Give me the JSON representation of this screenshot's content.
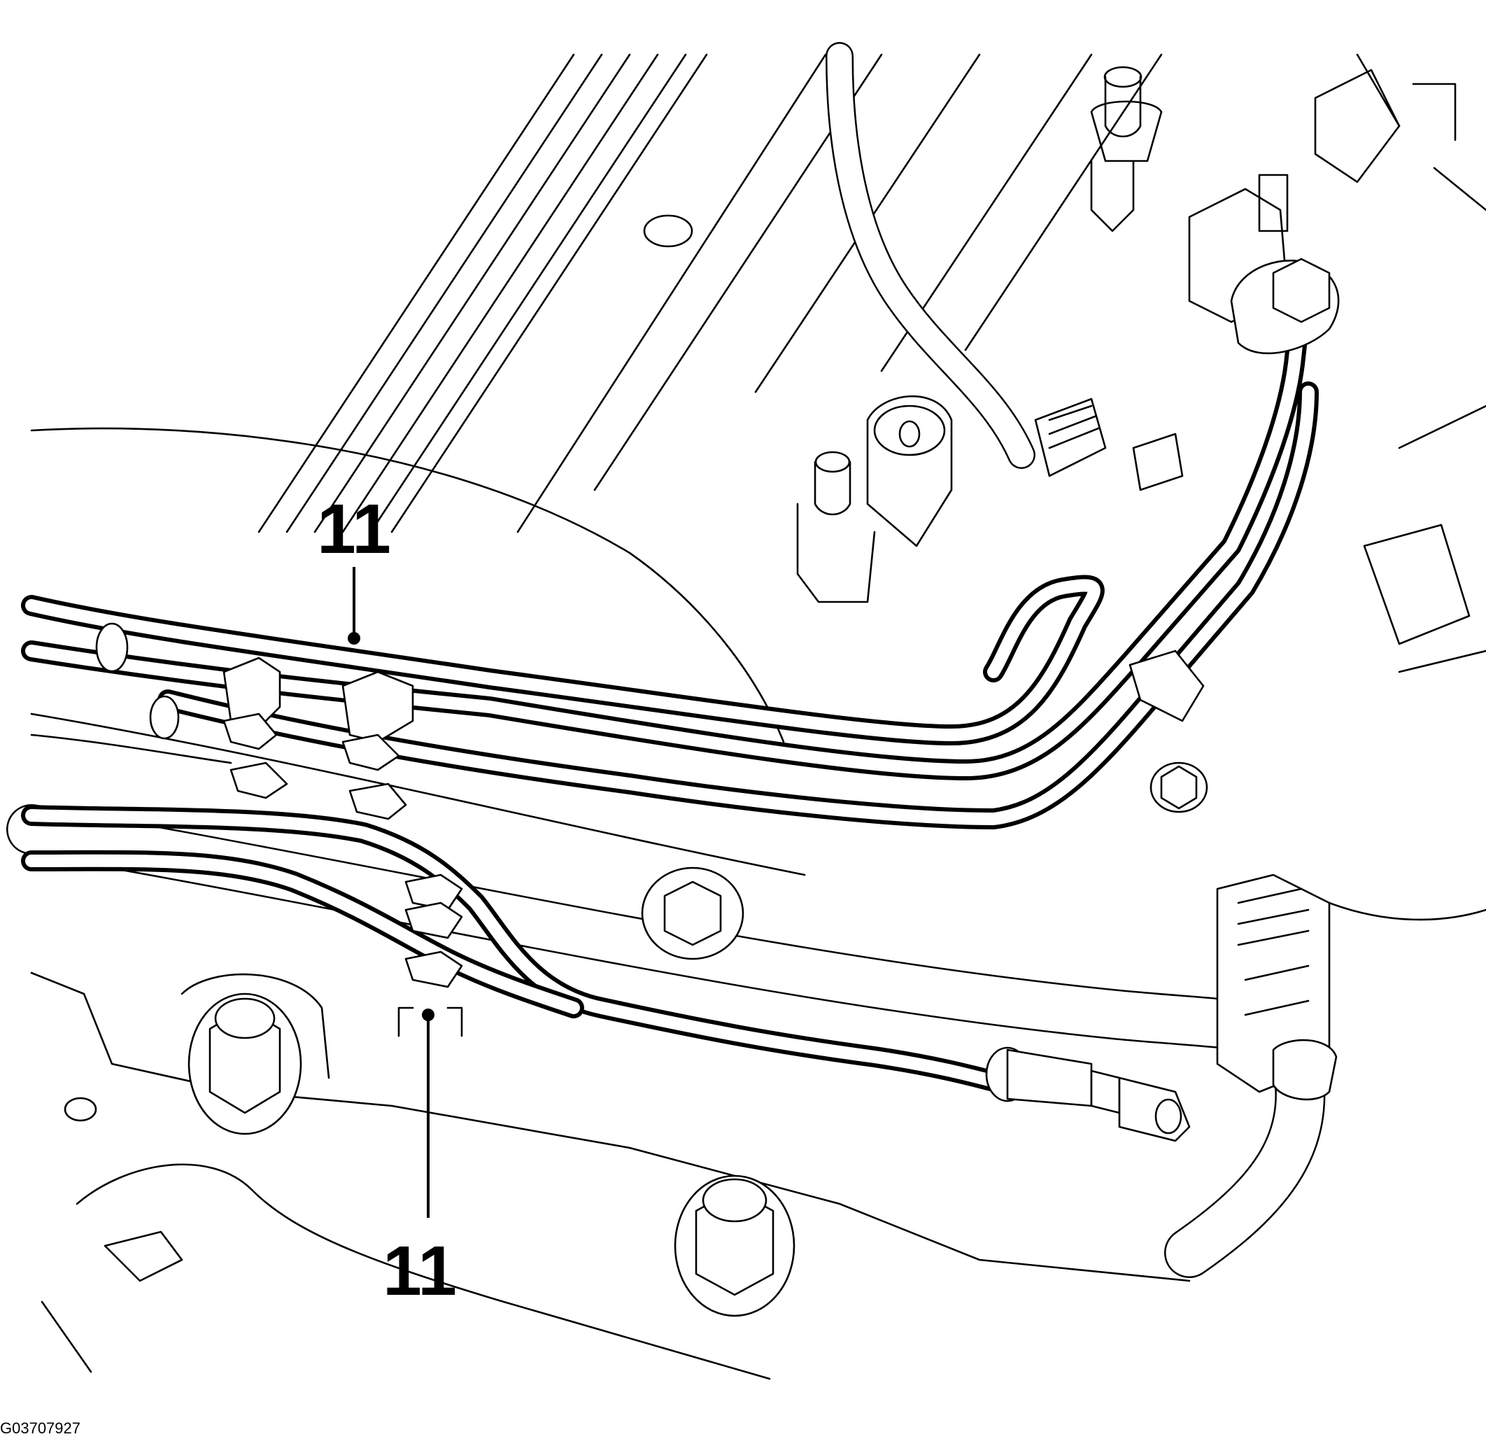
{
  "callouts": [
    {
      "id": "callout-upper",
      "label": "11"
    },
    {
      "id": "callout-lower",
      "label": "11"
    }
  ],
  "figure_id": "G03707927"
}
